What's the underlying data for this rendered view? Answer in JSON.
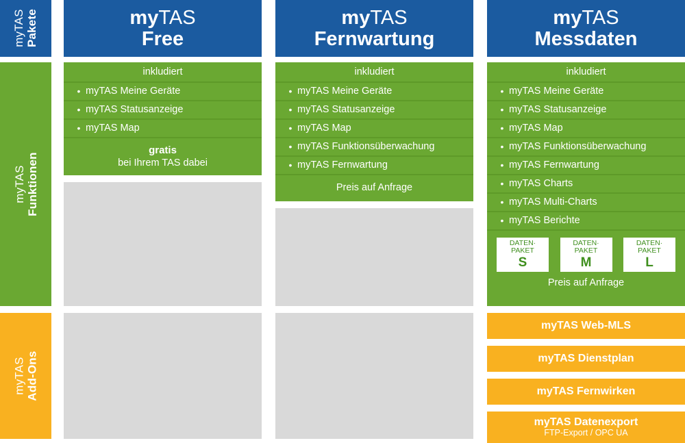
{
  "colors": {
    "blue": "#1b5ba0",
    "green": "#6aa832",
    "green_divider": "#5e9a28",
    "orange": "#f9b120",
    "grey": "#d9d9d9",
    "packet_text_green": "#3f8f1e",
    "white": "#ffffff"
  },
  "rail": {
    "packages": {
      "brand": "myTAS",
      "label": "Pakete"
    },
    "functions": {
      "brand": "myTAS",
      "label": "Funktionen"
    },
    "addons": {
      "brand": "myTAS",
      "label": "Add-Ons"
    }
  },
  "common": {
    "included_label": "inkludiert",
    "price_on_request": "Preis auf Anfrage",
    "bullet": "•"
  },
  "columns": [
    {
      "header": {
        "brand_bold": "my",
        "brand_light": "TAS",
        "name": "Free"
      },
      "included_label": "inkludiert",
      "features": [
        "myTAS Meine Geräte",
        "myTAS Statusanzeige",
        "myTAS Map"
      ],
      "price": {
        "headline": "gratis",
        "subline": "bei Ihrem TAS dabei"
      },
      "packets": [],
      "addons": []
    },
    {
      "header": {
        "brand_bold": "my",
        "brand_light": "TAS",
        "name": "Fernwartung"
      },
      "included_label": "inkludiert",
      "features": [
        "myTAS Meine Geräte",
        "myTAS Statusanzeige",
        "myTAS Map",
        "myTAS Funktionsüberwachung",
        "myTAS Fernwartung"
      ],
      "price": {
        "headline": "",
        "subline": "Preis auf Anfrage"
      },
      "packets": [],
      "addons": []
    },
    {
      "header": {
        "brand_bold": "my",
        "brand_light": "TAS",
        "name": "Messdaten"
      },
      "included_label": "inkludiert",
      "features": [
        "myTAS Meine Geräte",
        "myTAS Statusanzeige",
        "myTAS Map",
        "myTAS Funktionsüberwachung",
        "myTAS Fernwartung",
        "myTAS Charts",
        "myTAS Multi-Charts",
        "myTAS Berichte"
      ],
      "packets": [
        {
          "top_line_1": "DATEN·",
          "top_line_2": "PAKET",
          "size": "S"
        },
        {
          "top_line_1": "DATEN·",
          "top_line_2": "PAKET",
          "size": "M"
        },
        {
          "top_line_1": "DATEN·",
          "top_line_2": "PAKET",
          "size": "L"
        }
      ],
      "price": {
        "headline": "",
        "subline": "Preis auf Anfrage"
      },
      "addons": [
        {
          "title": "myTAS Web-MLS",
          "sub": ""
        },
        {
          "title": "myTAS Dienstplan",
          "sub": ""
        },
        {
          "title": "myTAS Fernwirken",
          "sub": ""
        },
        {
          "title": "myTAS Datenexport",
          "sub": "FTP-Export / OPC UA"
        }
      ]
    }
  ]
}
